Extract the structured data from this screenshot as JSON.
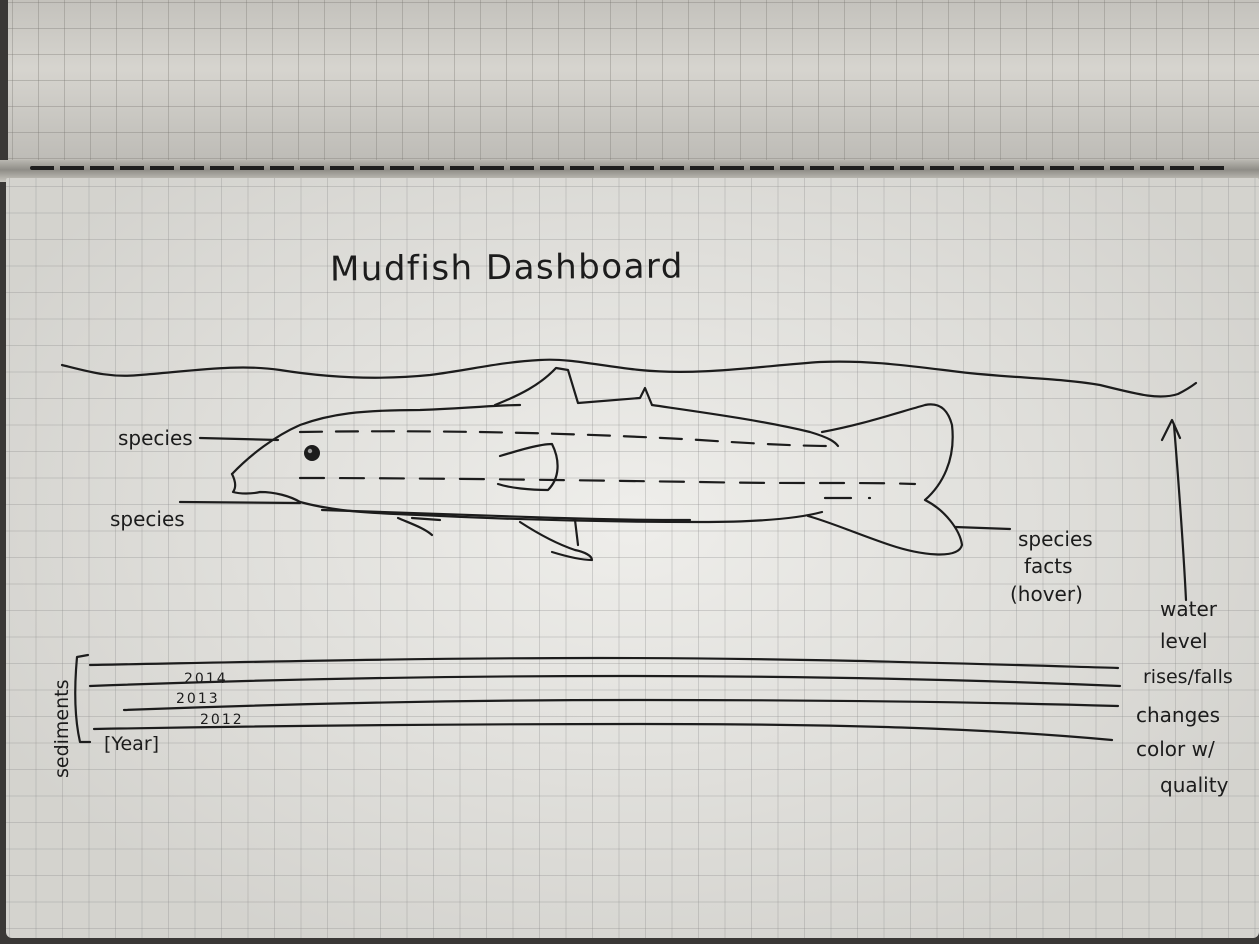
{
  "title": "Mudfish Dashboard",
  "labels": {
    "species_top": "species",
    "species_bottom": "species",
    "species_facts_line1": "species",
    "species_facts_line2": "facts",
    "species_facts_line3": "(hover)",
    "water_line1": "water",
    "water_line2": "level",
    "water_line3": "rises/falls",
    "changes_line1": "changes",
    "changes_line2": "color w/",
    "changes_line3": "quality",
    "sediments": "sediments"
  },
  "sediment_layers": [
    {
      "year": "2014"
    },
    {
      "year": "2013"
    },
    {
      "year": "2012"
    },
    {
      "year": "[Year]"
    }
  ],
  "colors": {
    "ink": "#1c1c1c",
    "paper": "#e6e5e0",
    "grid": "#8c8c8c"
  }
}
